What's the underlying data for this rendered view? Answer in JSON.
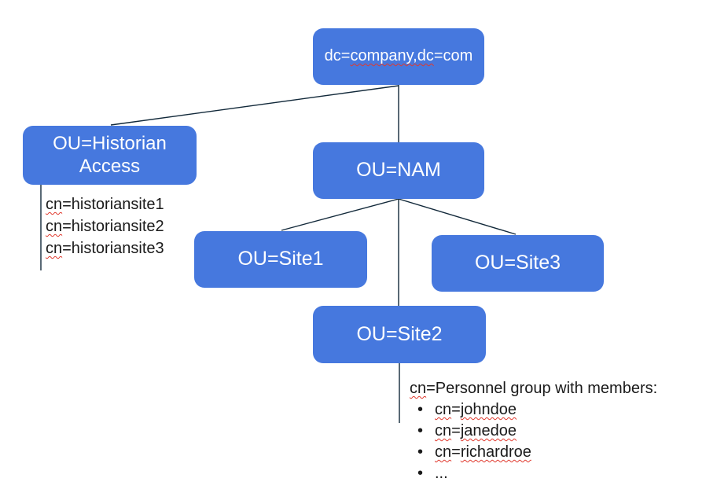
{
  "colors": {
    "node_fill": "#4678de",
    "node_text": "#ffffff",
    "line": "#12293a",
    "text": "#1a1a1a",
    "squiggle": "#e0392e"
  },
  "tree": {
    "root": {
      "prefix": "dc=",
      "misspelled": "company,dc",
      "suffix": "=com"
    },
    "historian": {
      "label": "OU=Historian Access"
    },
    "nam": {
      "label": "OU=NAM"
    },
    "site1": {
      "label": "OU=Site1"
    },
    "site2": {
      "label": "OU=Site2"
    },
    "site3": {
      "label": "OU=Site3"
    }
  },
  "historian_list": {
    "items": [
      {
        "squiggle": "cn",
        "rest": "=historiansite1"
      },
      {
        "squiggle": "cn",
        "rest": "=historiansite2"
      },
      {
        "squiggle": "cn",
        "rest": "=historiansite3"
      }
    ]
  },
  "personnel": {
    "header_squiggle": "cn",
    "header_rest": "=Personnel group with members:",
    "members": [
      {
        "cn": "cn",
        "eq": "=",
        "name": "johndoe"
      },
      {
        "cn": "cn",
        "eq": "=",
        "name": "janedoe"
      },
      {
        "cn": "cn",
        "eq": "=",
        "name": "richardroe"
      }
    ],
    "ellipsis": "..."
  }
}
